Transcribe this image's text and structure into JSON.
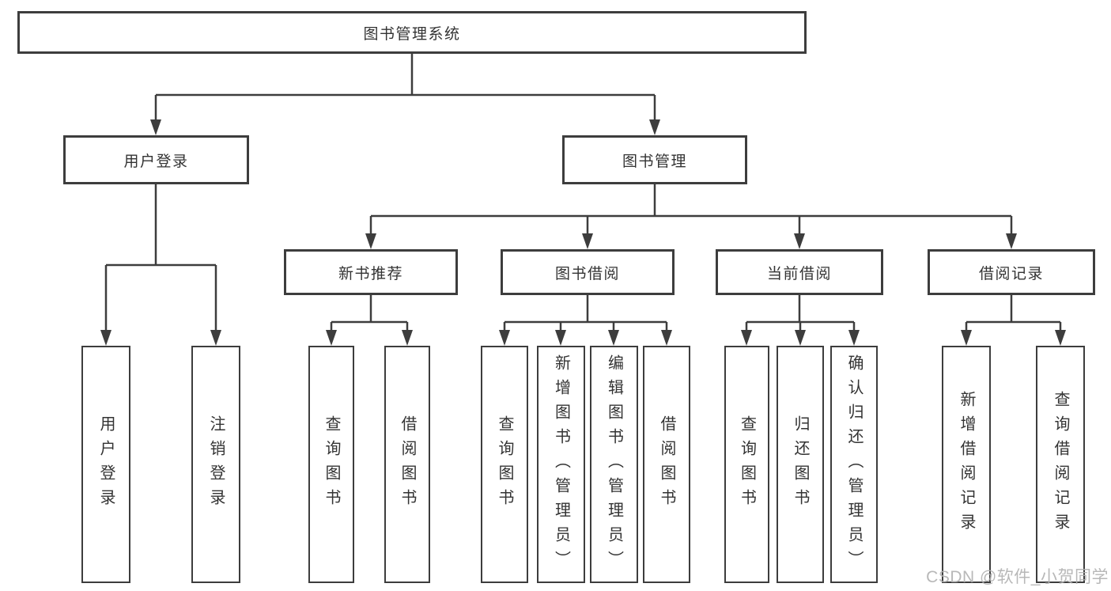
{
  "diagram": {
    "title": "图书管理系统",
    "branches": [
      {
        "label": "用户登录",
        "children": [
          {
            "label": "用户登录"
          },
          {
            "label": "注销登录"
          }
        ]
      },
      {
        "label": "图书管理",
        "children": [
          {
            "label": "新书推荐",
            "children": [
              {
                "label": "查询图书"
              },
              {
                "label": "借阅图书"
              }
            ]
          },
          {
            "label": "图书借阅",
            "children": [
              {
                "label": "查询图书"
              },
              {
                "label": "新增图书（管理员）"
              },
              {
                "label": "编辑图书（管理员）"
              },
              {
                "label": "借阅图书"
              }
            ]
          },
          {
            "label": "当前借阅",
            "children": [
              {
                "label": "查询图书"
              },
              {
                "label": "归还图书"
              },
              {
                "label": "确认归还（管理员）"
              }
            ]
          },
          {
            "label": "借阅记录",
            "children": [
              {
                "label": "新增借阅记录"
              },
              {
                "label": "查询借阅记录"
              }
            ]
          }
        ]
      }
    ]
  },
  "watermark": {
    "text": "CSDN @软件_小贺同学"
  },
  "colors": {
    "line": "#3d3d3d",
    "box_border": "#3d3d3d",
    "box_fill": "#ffffff",
    "text": "#333333",
    "watermark": "#b1b1b1"
  }
}
